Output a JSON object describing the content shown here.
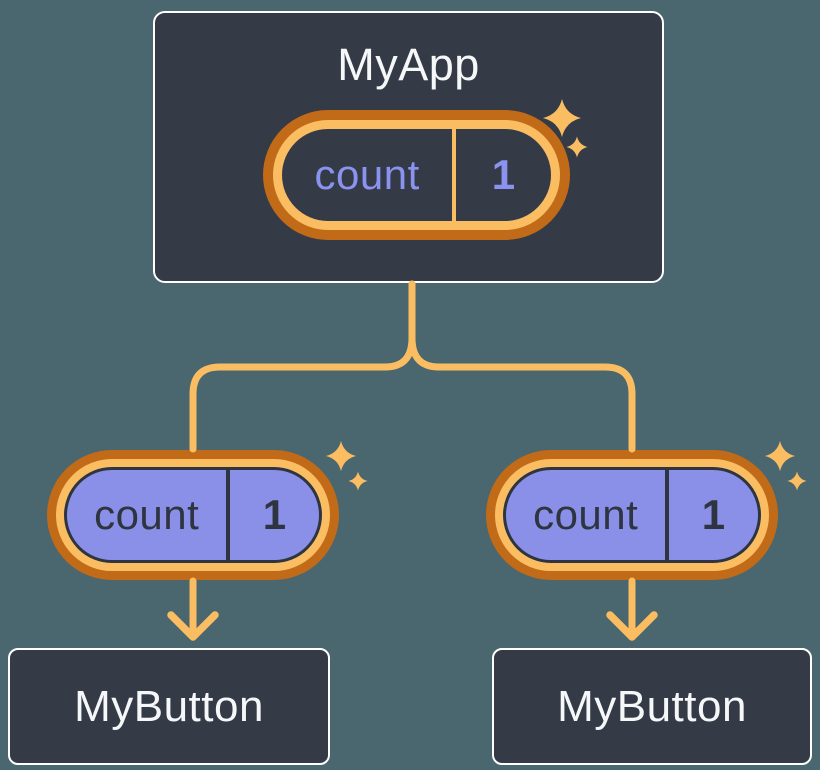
{
  "colors": {
    "page_bg": "#4A666F",
    "card_bg": "#343B47",
    "card_border": "#FFFFFF",
    "line_orange": "#FABD62",
    "ring_dark_orange": "#C16A18",
    "pill_purple": "#8A90E8",
    "purple_text": "#8B93F0",
    "dark_accent": "#2E3540",
    "light_text": "#F6F7F9"
  },
  "diagram": {
    "root": {
      "title": "MyApp",
      "state": {
        "name": "count",
        "value": "1"
      }
    },
    "children": [
      {
        "title": "MyButton",
        "state": {
          "name": "count",
          "value": "1"
        }
      },
      {
        "title": "MyButton",
        "state": {
          "name": "count",
          "value": "1"
        }
      }
    ]
  }
}
